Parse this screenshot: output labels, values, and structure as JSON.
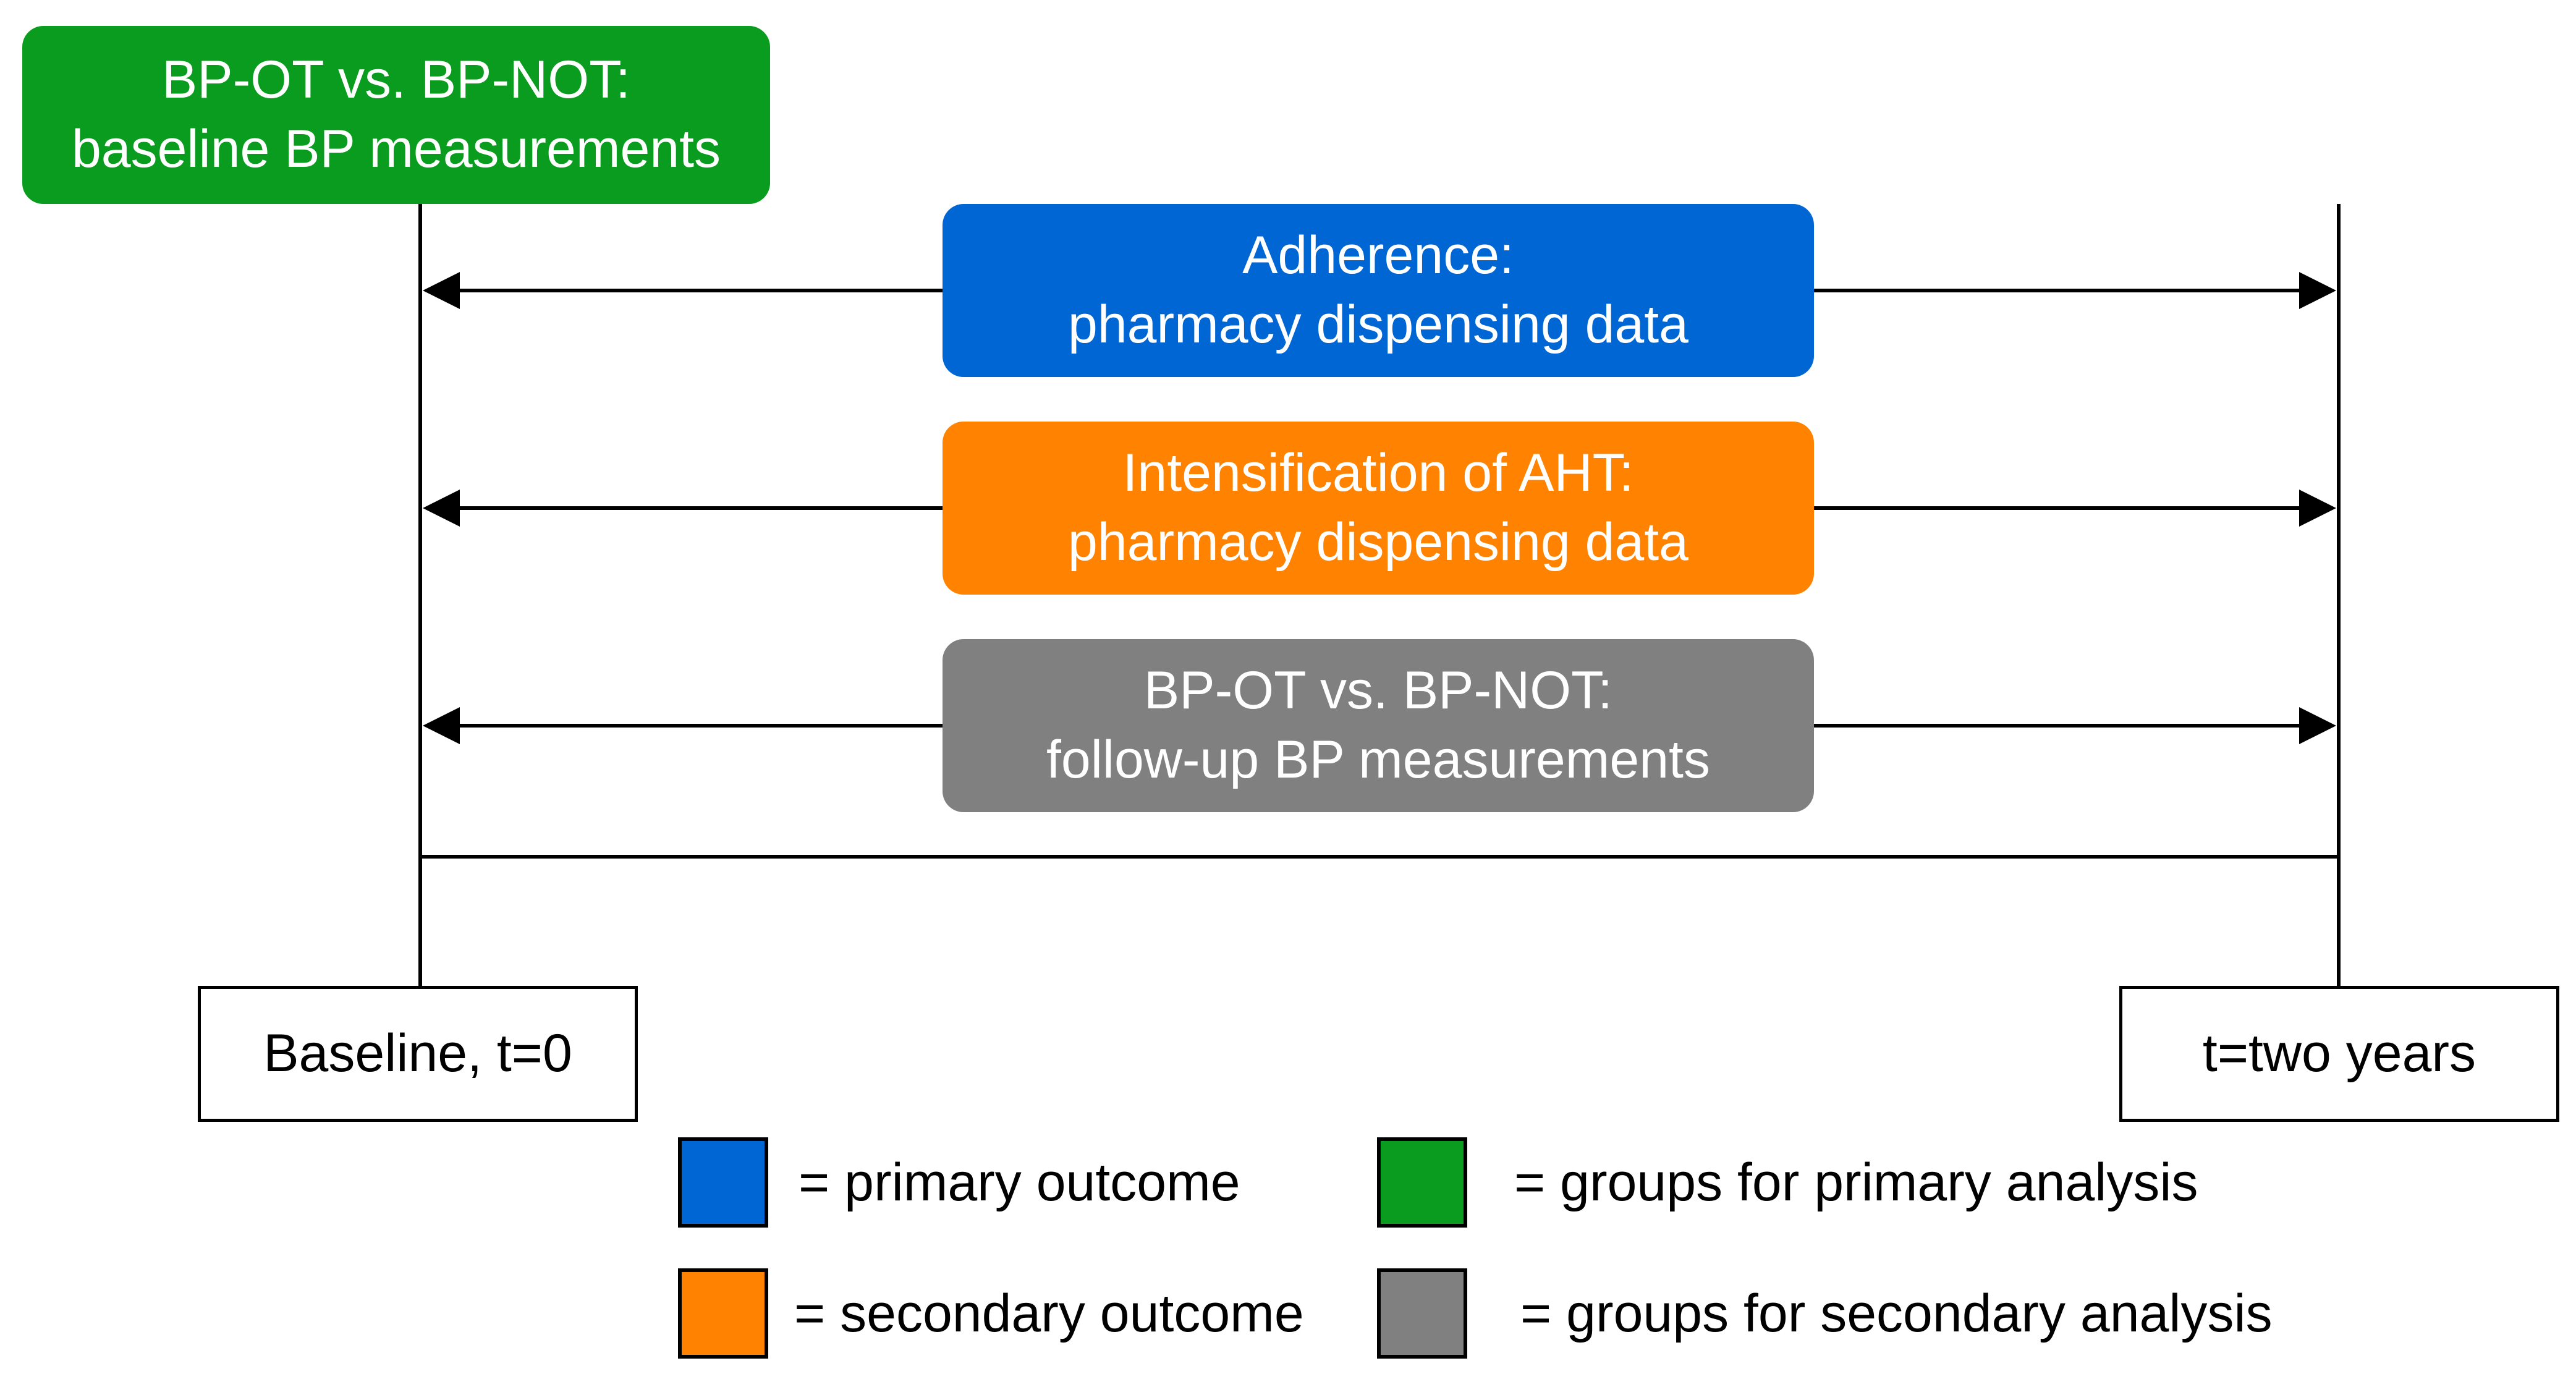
{
  "colors": {
    "green": "#0a9c1e",
    "blue": "#0066d3",
    "orange": "#ff8200",
    "gray": "#808080"
  },
  "baseline_groups_box": {
    "line1": "BP-OT vs. BP-NOT:",
    "line2": "baseline BP measurements",
    "color": "green"
  },
  "measurement_boxes": [
    {
      "line1": "Adherence:",
      "line2": "pharmacy dispensing data",
      "color": "blue"
    },
    {
      "line1": "Intensification of AHT:",
      "line2": "pharmacy dispensing data",
      "color": "orange"
    },
    {
      "line1": "BP-OT vs. BP-NOT:",
      "line2": "follow-up BP measurements",
      "color": "gray"
    }
  ],
  "timepoints": {
    "start": "Baseline, t=0",
    "end": "t=two years"
  },
  "legend": [
    {
      "color": "blue",
      "label": "= primary outcome"
    },
    {
      "color": "green",
      "label": "= groups for primary analysis"
    },
    {
      "color": "orange",
      "label": "= secondary outcome"
    },
    {
      "color": "gray",
      "label": "= groups for secondary analysis"
    }
  ]
}
